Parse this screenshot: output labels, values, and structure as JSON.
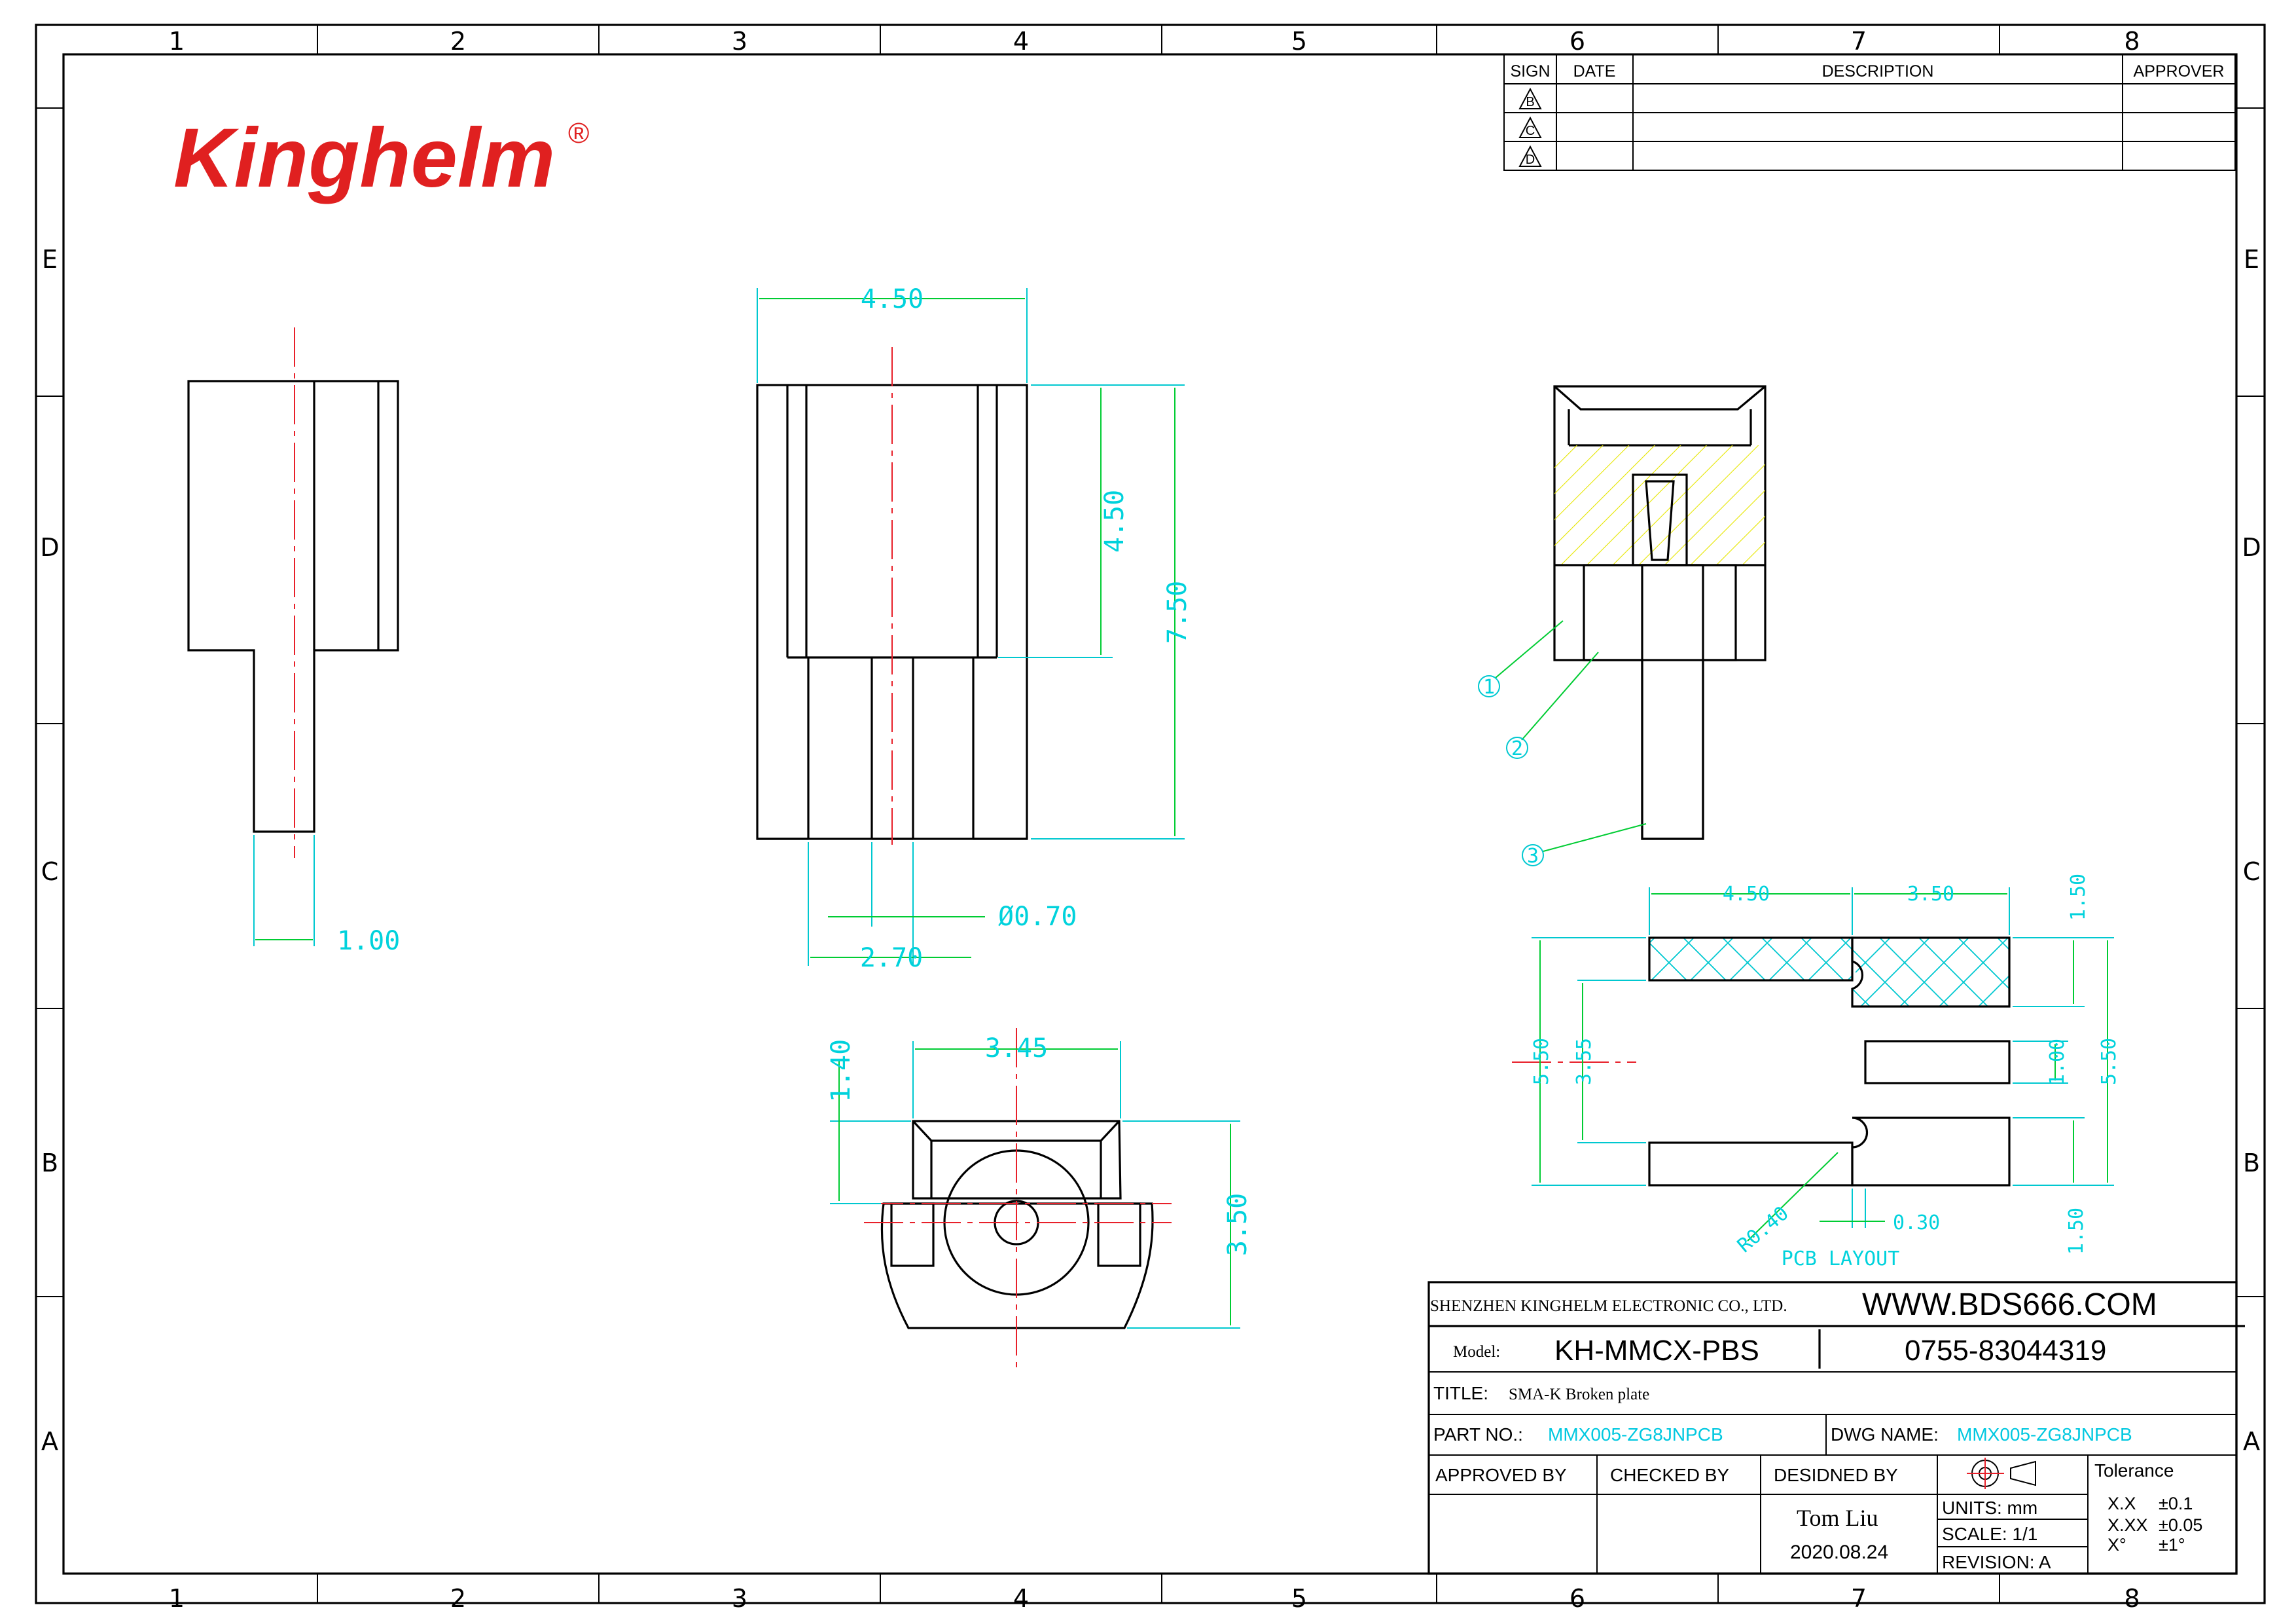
{
  "zones": {
    "columns": [
      "1",
      "2",
      "3",
      "4",
      "5",
      "6",
      "7",
      "8"
    ],
    "rows": [
      "E",
      "D",
      "C",
      "B",
      "A"
    ]
  },
  "logo": {
    "text": "Kinghelm",
    "mark": "®",
    "color": "#e02020"
  },
  "revision_table": {
    "headers": [
      "SIGN",
      "DATE",
      "DESCRIPTION",
      "APPROVER"
    ],
    "signs": [
      "B",
      "C",
      "D"
    ]
  },
  "dimensions": {
    "side_pin_width": "1.00",
    "front_width": "4.50",
    "front_body_height": "4.50",
    "front_total_height": "7.50",
    "pin_diameter": "Ø0.70",
    "pin_pitch": "2.70",
    "bottom_width": "3.45",
    "bottom_top_height": "1.40",
    "bottom_height": "3.50",
    "pcb_top_left": "4.50",
    "pcb_top_right": "3.50",
    "pcb_pad_height": "1.50",
    "pcb_outer_height": "5.50",
    "pcb_inner_height": "3.55",
    "pcb_center_pad": "1.00",
    "pcb_outer_height_right": "5.50",
    "pcb_bottom_pad": "1.50",
    "pcb_radius": "R0.40",
    "pcb_gap": "0.30"
  },
  "callouts": [
    "1",
    "2",
    "3"
  ],
  "pcb_layout_label": "PCB LAYOUT",
  "title_block": {
    "company": "SHENZHEN KINGHELM ELECTRONIC CO., LTD.",
    "website": "WWW.BDS666.COM",
    "model_label": "Model:",
    "model": "KH-MMCX-PBS",
    "phone": "0755-83044319",
    "title_label": "TITLE:",
    "title": "SMA-K   Broken plate",
    "part_no_label": "PART NO.:",
    "part_no": "MMX005-ZG8JNPCB",
    "dwg_name_label": "DWG NAME:",
    "dwg_name": "MMX005-ZG8JNPCB",
    "approved_by": "APPROVED BY",
    "checked_by": "CHECKED BY",
    "designed_by": "DESIDNED BY",
    "designer": "Tom Liu",
    "date": "2020.08.24",
    "units": "UNITS: mm",
    "scale": "SCALE: 1/1",
    "revision": "REVISION: A",
    "tolerance_label": "Tolerance",
    "tolerances": [
      {
        "fmt": "X.X",
        "val": "±0.1"
      },
      {
        "fmt": "X.XX",
        "val": "±0.05"
      },
      {
        "fmt": "X°",
        "val": "±1°"
      }
    ]
  }
}
